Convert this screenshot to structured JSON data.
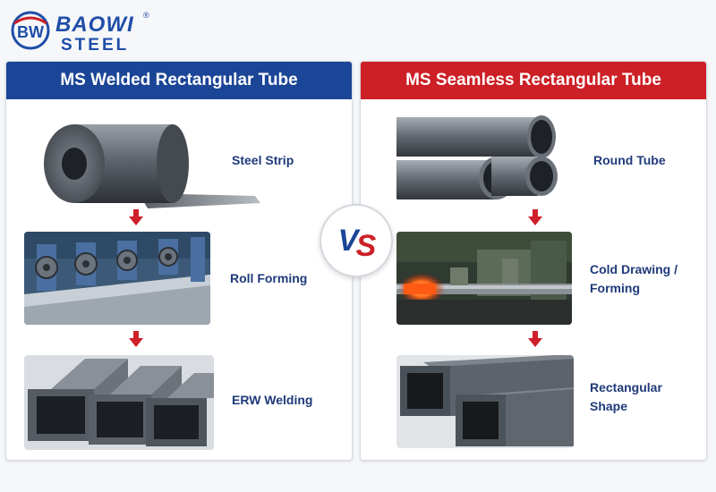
{
  "logo": {
    "brand": "BAOWI",
    "registered": "®",
    "sub": "STEEL",
    "mark": "BW"
  },
  "vs": {
    "v": "V",
    "s": "S"
  },
  "left_panel": {
    "title": "MS Welded Rectangular Tube",
    "steps": [
      {
        "label": "Steel Strip"
      },
      {
        "label": "Roll Forming"
      },
      {
        "label": "ERW Welding"
      }
    ]
  },
  "right_panel": {
    "title": "MS Seamless Rectangular Tube",
    "steps": [
      {
        "label": "Round Tube"
      },
      {
        "label_line1": "Cold Drawing /",
        "label_line2": "Forming"
      },
      {
        "label_line1": "Rectangular",
        "label_line2": "Shape"
      }
    ]
  },
  "colors": {
    "blue": "#1b4596",
    "red": "#cc1f26",
    "arrow": "#d0202a",
    "label": "#1f3a7a"
  }
}
